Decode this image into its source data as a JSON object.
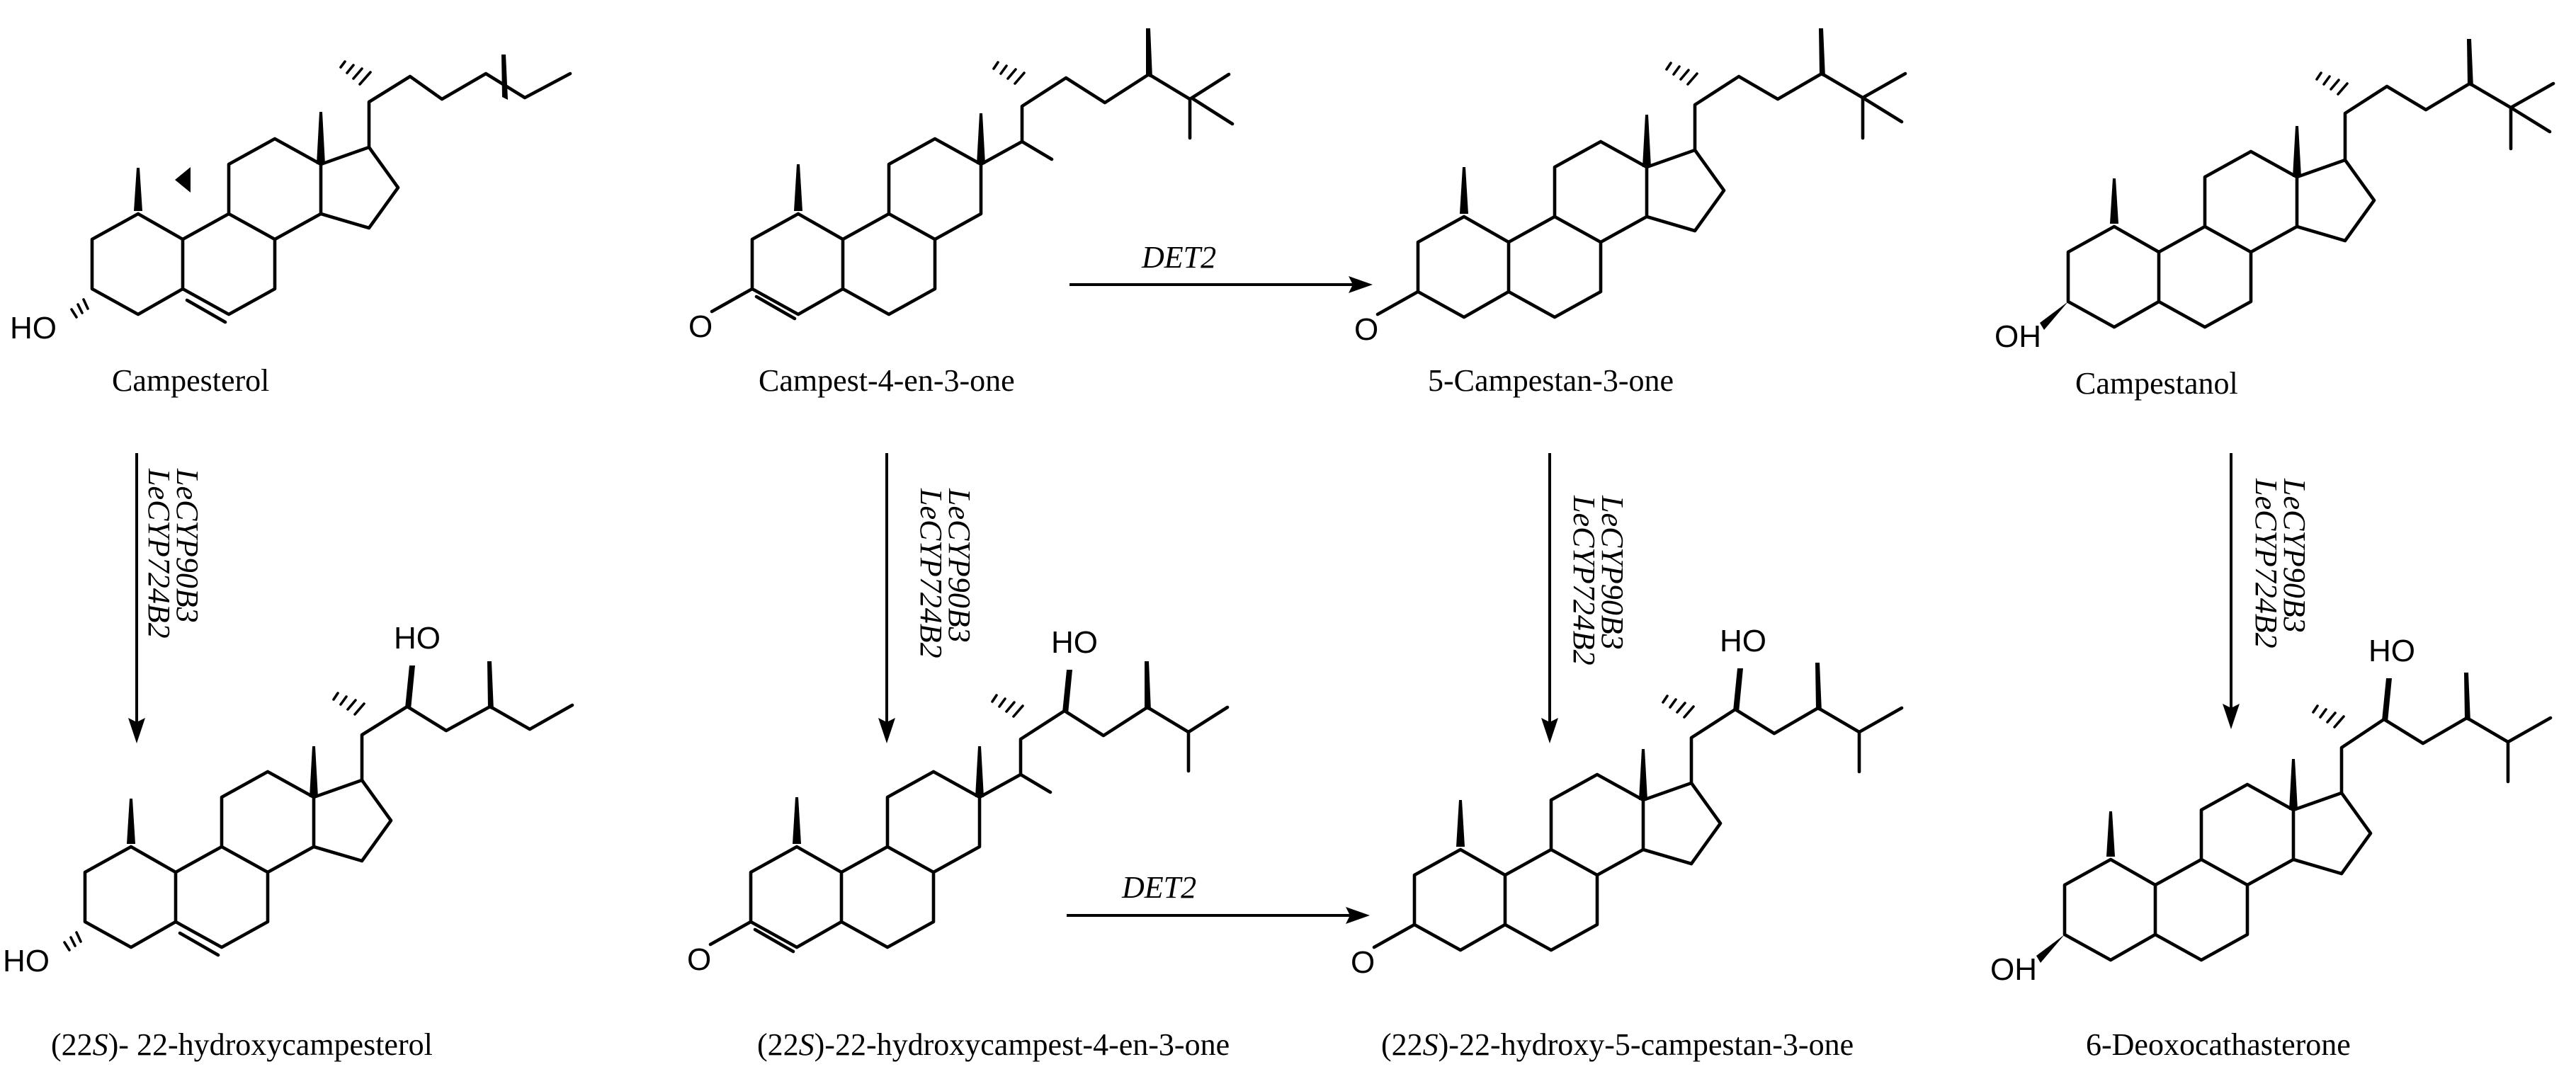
{
  "compounds": [
    {
      "name": "Campesterol"
    },
    {
      "name": "Campest-4-en-3-one"
    },
    {
      "name": "5-Campestan-3-one"
    },
    {
      "name": "Campestanol"
    },
    {
      "prefix": "(22",
      "stereo": "S",
      "suffix": ")- 22-hydroxycampesterol"
    },
    {
      "prefix": "(22",
      "stereo": "S",
      "suffix": ")-22-hydroxycampest-4-en-3-one"
    },
    {
      "prefix": "(22",
      "stereo": "S",
      "suffix": ")-22-hydroxy-5-campestan-3-one"
    },
    {
      "name": "6-Deoxocathasterone"
    }
  ],
  "atoms": {
    "hydroxyl": "HO",
    "hydroxyl_right": "OH",
    "oxygen": "O"
  },
  "enzymes": {
    "horizontal": "DET2",
    "vertical": [
      "LeCYP90B3",
      "LeCYP724B2"
    ]
  }
}
